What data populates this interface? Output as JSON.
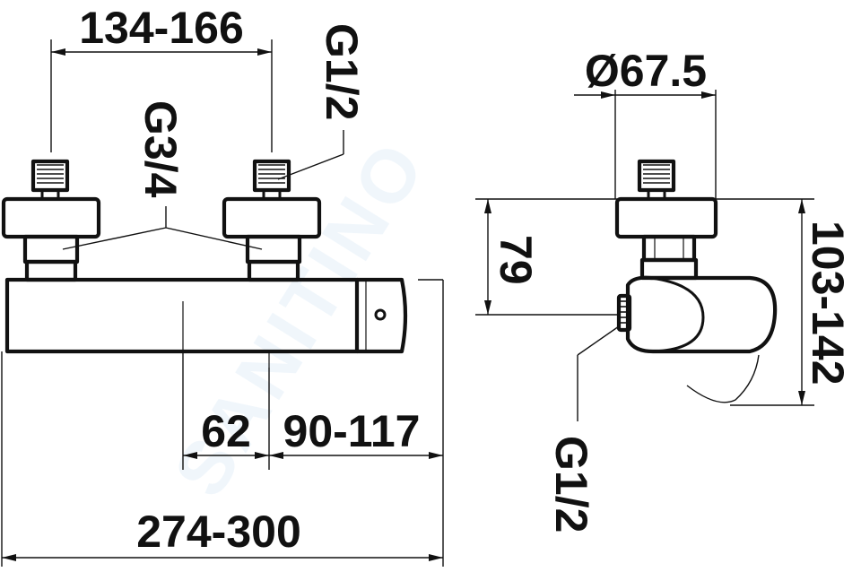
{
  "dimensions": {
    "top_span": "134-166",
    "top_thread": "G1/2",
    "inlet_thread": "G3/4",
    "diameter": "Ø67.5",
    "center_offset": "62",
    "right_segment": "90-117",
    "total_length": "274-300",
    "height_79": "79",
    "height_range": "103-142",
    "outlet_thread": "G1/2"
  },
  "watermark": "SANITINO"
}
